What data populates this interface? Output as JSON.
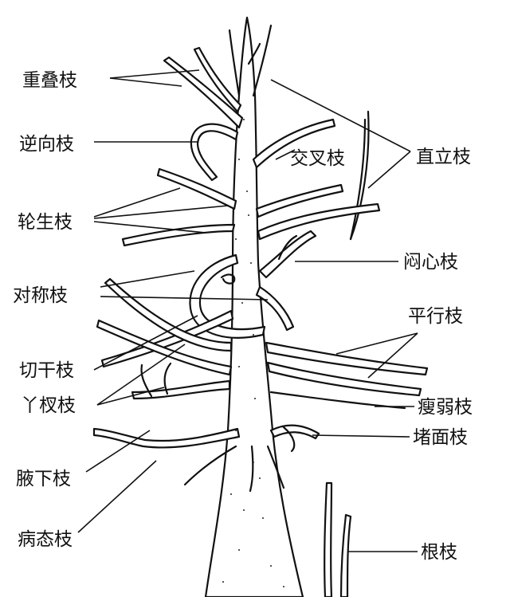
{
  "labels": {
    "overlapping": "重叠枝",
    "reverse": "逆向枝",
    "crossing": "交叉枝",
    "upright": "直立枝",
    "whorled": "轮生枝",
    "center_blocking": "闷心枝",
    "symmetric": "对称枝",
    "parallel": "平行枝",
    "trunk_cutting": "切干枝",
    "forked": "丫杈枝",
    "weak": "瘦弱枝",
    "face_blocking": "堵面枝",
    "axillary": "腋下枝",
    "diseased": "病态枝",
    "root": "根枝"
  }
}
